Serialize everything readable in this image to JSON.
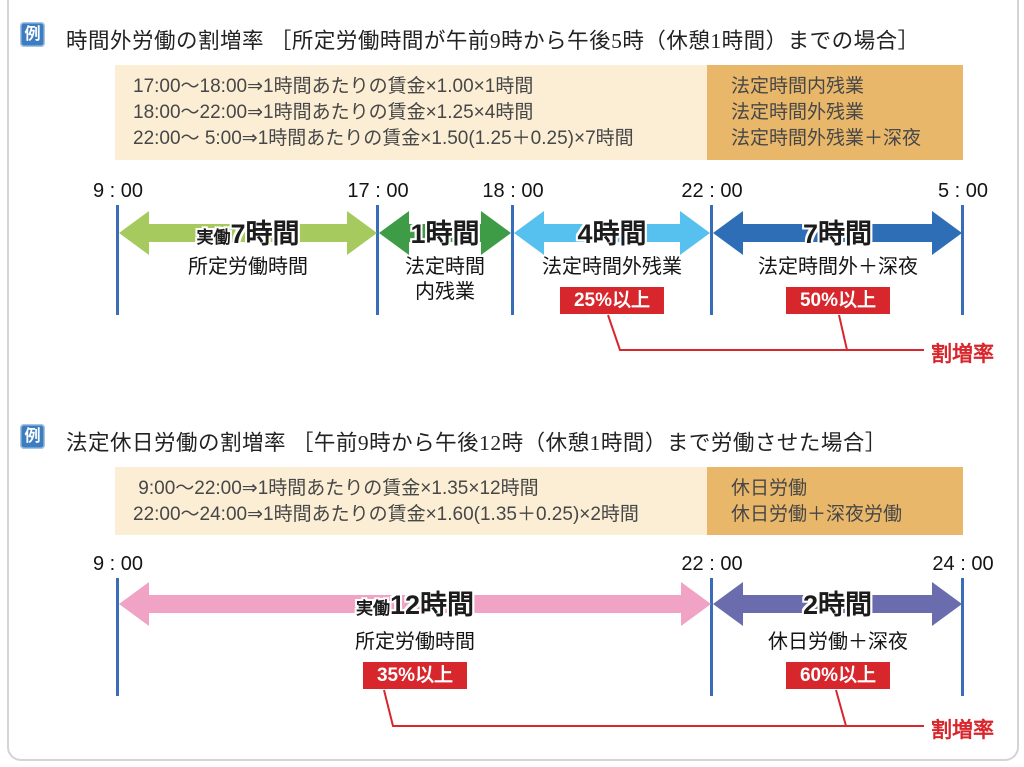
{
  "colors": {
    "example_badge_bg": "#3c7cc0",
    "formula_box_bg": "#fbeed5",
    "formula_label_box_bg": "#e9b76a",
    "tick_blue": "#3a6db8",
    "rate_red": "#d7272d",
    "arrow_light_green": "#a6ca5e",
    "arrow_dark_green": "#3e9c47",
    "arrow_light_blue": "#56c0ee",
    "arrow_dark_blue": "#2e6eb6",
    "arrow_pink": "#f0a3c5",
    "arrow_purple": "#6a6cae"
  },
  "section1": {
    "badge": "例",
    "title": "時間外労働の割増率 ［所定労働時間が午前9時から午後5時（休憩1時間）までの場合］",
    "formulas": [
      "17:00～18:00⇒1時間あたりの賃金×1.00×1時間",
      "18:00～22:00⇒1時間あたりの賃金×1.25×4時間",
      "22:00～ 5:00⇒1時間あたりの賃金×1.50(1.25＋0.25)×7時間"
    ],
    "formula_labels": [
      "法定時間内残業",
      "法定時間外残業",
      "法定時間外残業＋深夜"
    ],
    "times": [
      "9 : 00",
      "17 : 00",
      "18 : 00",
      "22 : 00",
      "5 : 00"
    ],
    "segments": [
      {
        "prefix": "実働",
        "duration": "7時間",
        "label": "所定労働時間"
      },
      {
        "prefix": "",
        "duration": "1時間",
        "label": "法定時間\n内残業"
      },
      {
        "prefix": "",
        "duration": "4時間",
        "label": "法定時間外残業",
        "badge": "25%以上"
      },
      {
        "prefix": "",
        "duration": "7時間",
        "label": "法定時間外＋深夜",
        "badge": "50%以上"
      }
    ],
    "rate_label": "割増率"
  },
  "section2": {
    "badge": "例",
    "title": "法定休日労働の割増率 ［午前9時から午後12時（休憩1時間）まで労働させた場合］",
    "formulas": [
      " 9:00～22:00⇒1時間あたりの賃金×1.35×12時間",
      "22:00～24:00⇒1時間あたりの賃金×1.60(1.35＋0.25)×2時間"
    ],
    "formula_labels": [
      "休日労働",
      "休日労働＋深夜労働"
    ],
    "times": [
      "9 : 00",
      "22 : 00",
      "24 : 00"
    ],
    "segments": [
      {
        "prefix": "実働",
        "duration": "12時間",
        "label": "所定労働時間",
        "badge": "35%以上"
      },
      {
        "prefix": "",
        "duration": "2時間",
        "label": "休日労働＋深夜",
        "badge": "60%以上"
      }
    ],
    "rate_label": "割増率"
  }
}
